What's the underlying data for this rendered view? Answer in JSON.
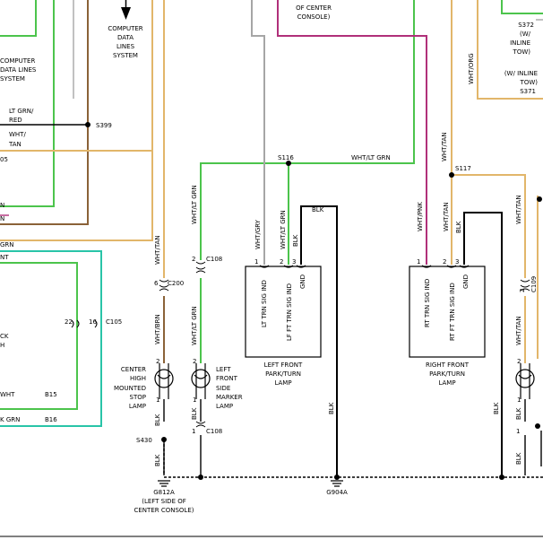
{
  "labels": {
    "computer_data_lines_center": [
      "COMPUTER",
      "DATA",
      "LINES",
      "SYSTEM"
    ],
    "computer_data_lines_left": [
      "COMPUTER",
      "DATA LINES",
      "SYSTEM"
    ],
    "of_center_console": [
      "OF CENTER",
      "CONSOLE)"
    ],
    "s372": "S372",
    "w_inline_tow": [
      "(W/",
      "INLINE",
      "TOW)"
    ],
    "wo_inline_tow": [
      "(W/ INLINE",
      "TOW)"
    ],
    "s371": "S371",
    "wht_org": "WHT/ORG",
    "lt_grn_red": [
      "LT GRN/",
      "RED"
    ],
    "wht_tan_left": [
      "WHT/",
      "TAN"
    ],
    "s399": "S399",
    "s116": "S116",
    "wht_lt_grn_top": "WHT/LT GRN",
    "s117": "S117",
    "wht_tan_s117": "WHT/TAN",
    "frag_05": "05",
    "frag_n": "N",
    "frag_n2": "N",
    "frag_grn": "GRN",
    "frag_nt": "NT",
    "frag_ck": [
      "CK",
      "H"
    ],
    "frag_wht": "WHT",
    "frag_k_grn": "K GRN",
    "wht_lt_grn_side": "WHT/LT GRN",
    "c108_top_pin": "2",
    "c108_top": "C108",
    "wht_lt_grn_side2": "WHT/LT GRN",
    "wht_tan_center": "WHT/TAN",
    "c200_pin": "6",
    "c200": "C200",
    "wht_brn": "WHT/BRN",
    "c105_pin_22": "22",
    "c105_pin_16": "16",
    "c105": "C105",
    "b15": "B15",
    "b16": "B16",
    "wht_gry": "WHT/GRY",
    "wht_lt_grn_lamp": "WHT/LT GRN",
    "blk_lamp_l": "BLK",
    "blk_top_l": "BLK",
    "lf_pins": [
      "1",
      "2",
      "3"
    ],
    "lf_pin_names": [
      "LT TRN SIG IND",
      "LF FT TRN SIG IND",
      "GND"
    ],
    "left_front_lamp": [
      "LEFT FRONT",
      "PARK/TURN",
      "LAMP"
    ],
    "wht_pnk": "WHT/PNK",
    "wht_tan_rf": "WHT/TAN",
    "blk_rf": "BLK",
    "rf_pins": [
      "1",
      "2",
      "3"
    ],
    "rf_pin_names": [
      "RT TRN SIG IND",
      "RT FT TRN SIG IND",
      "GND"
    ],
    "right_front_lamp": [
      "RIGHT FRONT",
      "PARK/TURN",
      "LAMP"
    ],
    "wht_tan_right": "WHT/TAN",
    "c109_pin": "2",
    "c109": "C109",
    "wht_tan_right2": "WHT/TAN",
    "center_stop_lamp": [
      "CENTER",
      "HIGH",
      "MOUNTED",
      "STOP",
      "LAMP"
    ],
    "left_side_marker": [
      "LEFT",
      "FRONT",
      "SIDE",
      "MARKER",
      "LAMP"
    ],
    "pin2": "2",
    "pin1": "1",
    "blk": "BLK",
    "c108_bottom": "C108",
    "s430": "S430",
    "g812a": "G812A",
    "g812a_note": [
      "(LEFT SIDE OF",
      "CENTER CONSOLE)"
    ],
    "g904a": "G904A",
    "frag_blk_bottom": "BLK"
  },
  "colors": {
    "green": "#4cc44c",
    "tan": "#e2b66a",
    "magenta": "#b0307a",
    "gray": "#a6a6a6",
    "brown": "#8a6238",
    "teal": "#29c4a8",
    "black": "#000000"
  }
}
